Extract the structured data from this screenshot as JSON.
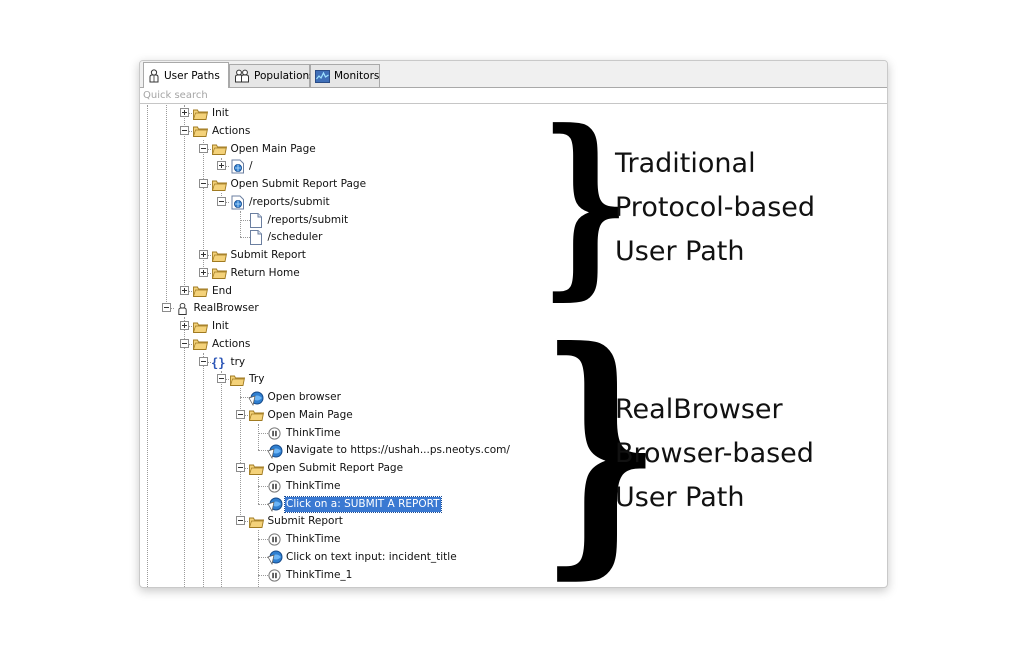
{
  "tabs": [
    {
      "label": "User Paths",
      "icon": "user-icon",
      "active": true
    },
    {
      "label": "Populations",
      "icon": "population-icon",
      "active": false
    },
    {
      "label": "Monitors",
      "icon": "monitor-icon",
      "active": false
    }
  ],
  "search": {
    "placeholder": "Quick search"
  },
  "tree": [
    {
      "label": "Init",
      "icon": "folder-icon",
      "level": 2,
      "toggle": "plus"
    },
    {
      "label": "Actions",
      "icon": "folder-icon",
      "level": 2,
      "toggle": "minus"
    },
    {
      "label": "Open Main Page",
      "icon": "folder-icon",
      "level": 3,
      "toggle": "minus"
    },
    {
      "label": "/",
      "icon": "web-page-icon",
      "level": 4,
      "toggle": "plus"
    },
    {
      "label": "Open Submit Report Page",
      "icon": "folder-icon",
      "level": 3,
      "toggle": "minus"
    },
    {
      "label": "/reports/submit",
      "icon": "web-page-icon",
      "level": 4,
      "toggle": "minus"
    },
    {
      "label": "/reports/submit",
      "icon": "document-icon",
      "level": 5,
      "toggle": "none"
    },
    {
      "label": "/scheduler",
      "icon": "document-icon",
      "level": 5,
      "toggle": "none"
    },
    {
      "label": "Submit Report",
      "icon": "folder-icon",
      "level": 3,
      "toggle": "plus"
    },
    {
      "label": "Return Home",
      "icon": "folder-icon",
      "level": 3,
      "toggle": "plus"
    },
    {
      "label": "End",
      "icon": "folder-icon",
      "level": 2,
      "toggle": "plus"
    },
    {
      "label": "RealBrowser",
      "icon": "user-icon",
      "level": 1,
      "toggle": "minus"
    },
    {
      "label": "Init",
      "icon": "folder-icon",
      "level": 2,
      "toggle": "plus"
    },
    {
      "label": "Actions",
      "icon": "folder-icon",
      "level": 2,
      "toggle": "minus"
    },
    {
      "label": "try",
      "icon": "braces-icon",
      "level": 3,
      "toggle": "minus"
    },
    {
      "label": "Try",
      "icon": "folder-icon",
      "level": 4,
      "toggle": "minus"
    },
    {
      "label": "Open browser",
      "icon": "browser-action-icon",
      "level": 5,
      "toggle": "none"
    },
    {
      "label": "Open Main Page",
      "icon": "folder-icon",
      "level": 5,
      "toggle": "minus"
    },
    {
      "label": "ThinkTime",
      "icon": "pause-icon",
      "level": 6,
      "toggle": "none"
    },
    {
      "label": "Navigate to https://ushah...ps.neotys.com/",
      "icon": "browser-action-icon",
      "level": 6,
      "toggle": "none"
    },
    {
      "label": "Open Submit Report Page",
      "icon": "folder-icon",
      "level": 5,
      "toggle": "minus"
    },
    {
      "label": "ThinkTime",
      "icon": "pause-icon",
      "level": 6,
      "toggle": "none"
    },
    {
      "label": "Click on a: SUBMIT A REPORT",
      "icon": "browser-action-icon",
      "level": 6,
      "toggle": "none",
      "selected": true
    },
    {
      "label": "Submit Report",
      "icon": "folder-icon",
      "level": 5,
      "toggle": "minus"
    },
    {
      "label": "ThinkTime",
      "icon": "pause-icon",
      "level": 6,
      "toggle": "none"
    },
    {
      "label": "Click on text input: incident_title",
      "icon": "browser-action-icon",
      "level": 6,
      "toggle": "none"
    },
    {
      "label": "ThinkTime_1",
      "icon": "pause-icon",
      "level": 6,
      "toggle": "none"
    }
  ],
  "annotations": [
    {
      "lines": [
        "Traditional",
        "Protocol-based",
        "User Path"
      ]
    },
    {
      "lines": [
        "RealBrowser",
        "Browser-based",
        "User Path"
      ]
    }
  ],
  "colors": {
    "selection": "#3a79d2",
    "folder": "#f4d27a",
    "browser_icon": "#2f7fd0"
  }
}
